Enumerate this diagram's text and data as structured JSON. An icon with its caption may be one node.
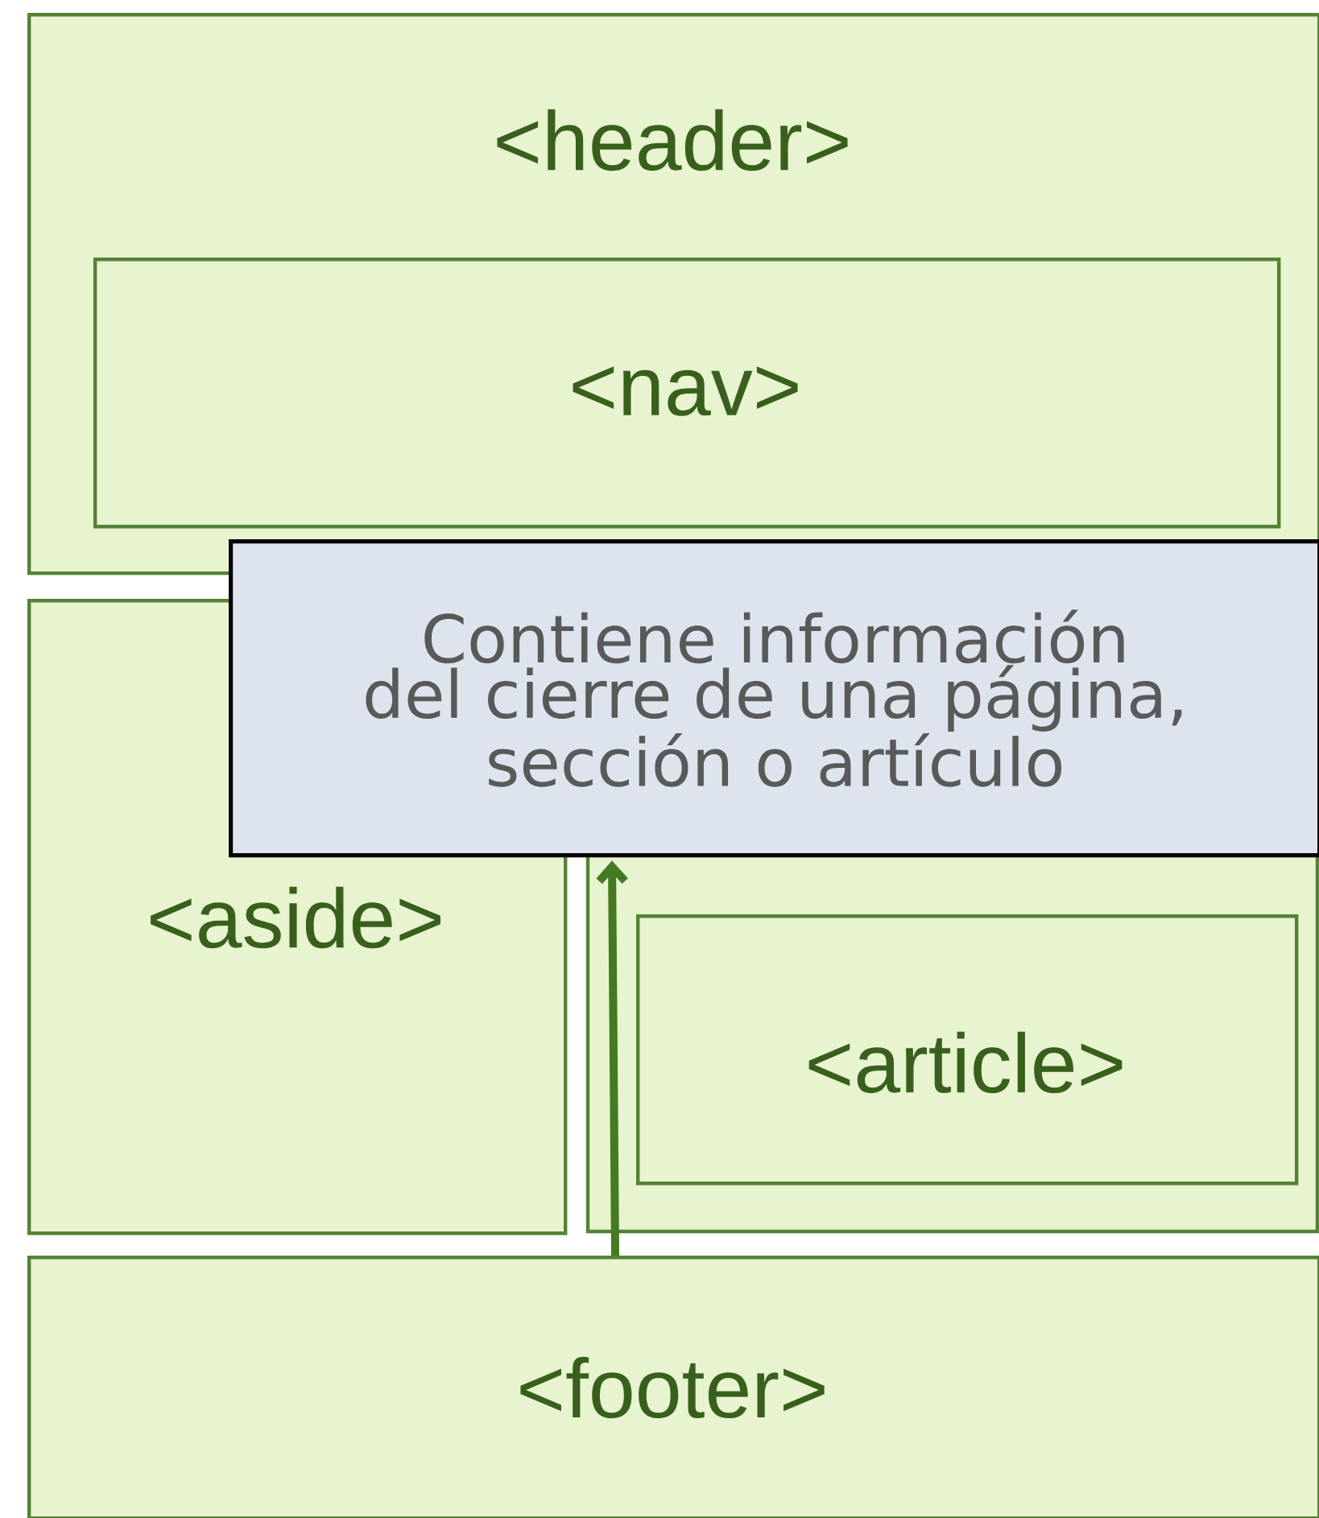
{
  "diagram": {
    "nodes": [
      {
        "text": [
          "<header>"
        ]
      },
      {
        "text": [
          "<nav>"
        ],
        "in": 0
      },
      {
        "text": [
          "<aside>"
        ]
      },
      {
        "text": [],
        "shape": "box"
      },
      {
        "text": [
          "<article>"
        ],
        "in": 3
      },
      {
        "text": [
          "<footer>"
        ]
      },
      {
        "text": [
          "Contiene información del cierre de una página, sección o artículo"
        ]
      }
    ],
    "edges": [
      {
        "from": 5,
        "to": 6,
        "arrow": "to"
      }
    ]
  }
}
